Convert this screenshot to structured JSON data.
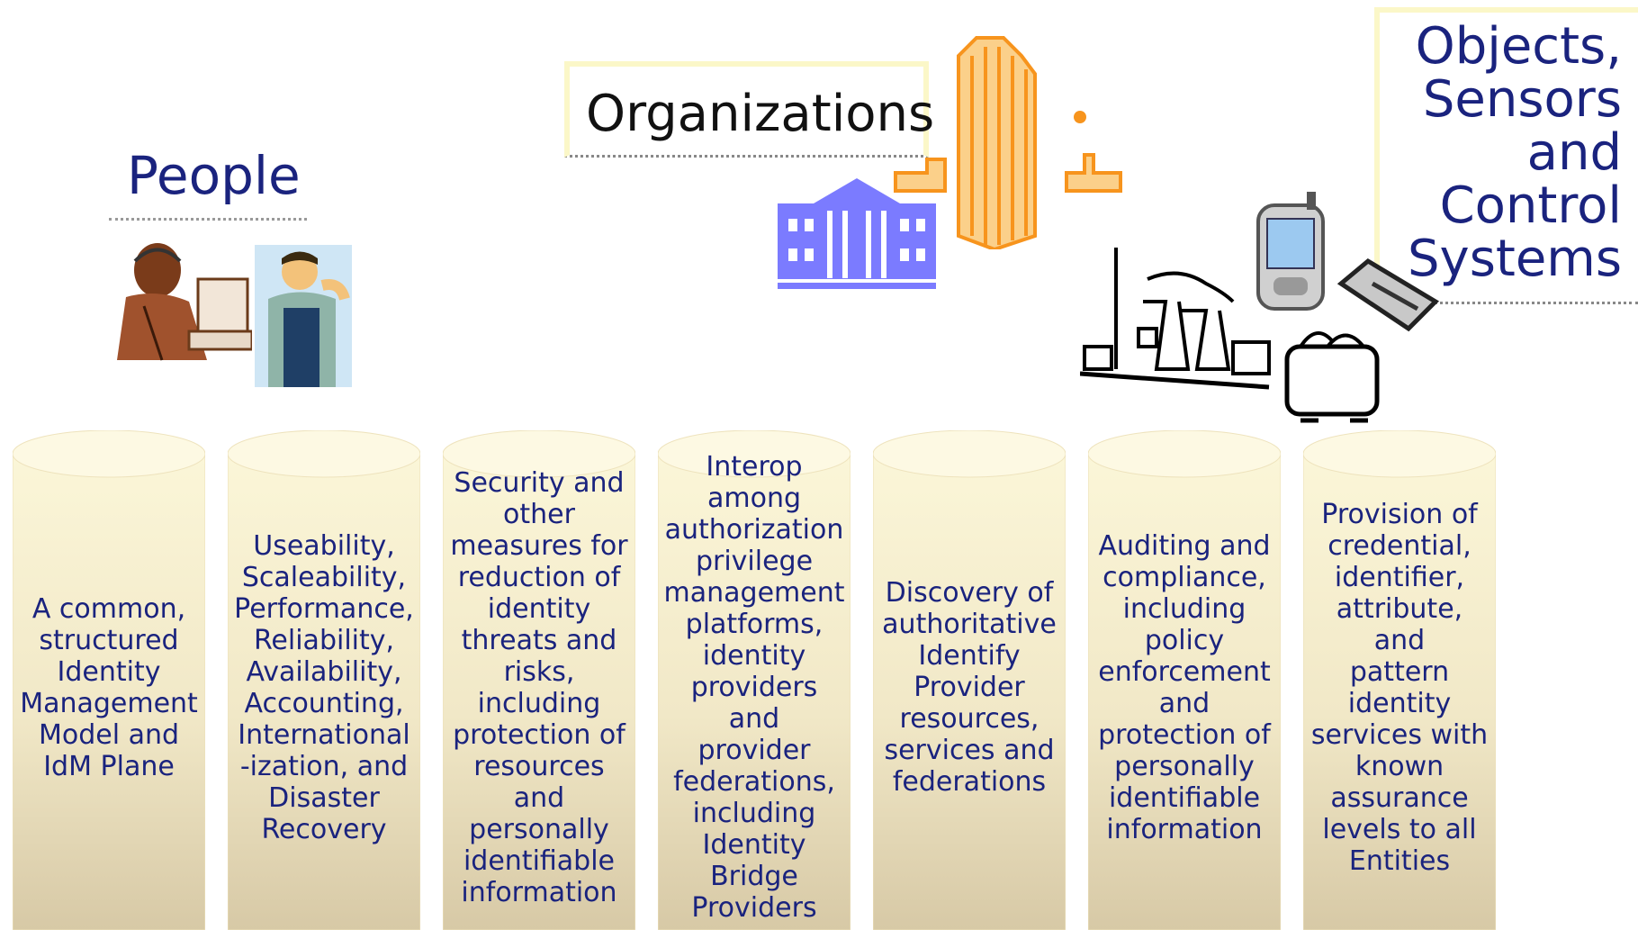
{
  "labels": {
    "people": "People",
    "organizations": "Organizations",
    "objects": "Objects,\nSensors\nand\nControl\nSystems"
  },
  "pillars": [
    {
      "text": "A common,\nstructured\nIdentity\nManagement\nModel and\nIdM Plane"
    },
    {
      "text": "Useability,\nScaleability,\nPerformance,\nReliability,\nAvailability,\nAccounting,\nInternational\n-ization, and\nDisaster\nRecovery"
    },
    {
      "text": "Security and\nother\nmeasures for\nreduction of\nidentity\nthreats and\nrisks,\nincluding\nprotection of\nresources\nand\npersonally\nidentifiable\ninformation"
    },
    {
      "text": "Interop\namong\nauthorization\nprivilege\nmanagement\nplatforms,\nidentity\nproviders and\nprovider\nfederations,\nincluding\nIdentity\nBridge\nProviders"
    },
    {
      "text": "Discovery of\nauthoritative\nIdentify\nProvider\nresources,\nservices and\nfederations"
    },
    {
      "text": "Auditing and\ncompliance,\nincluding\npolicy\nenforcement\nand\nprotection of\npersonally\nidentifiable\ninformation"
    },
    {
      "text": "Provision of\ncredential,\nidentifier,\nattribute, and\npattern\nidentity\nservices with\nknown\nassurance\nlevels to all\nEntities"
    }
  ],
  "colors": {
    "pillar_top": "#fbf6d8",
    "pillar_bottom": "#d7c9a6",
    "text": "#1a237e",
    "building": "#f7941d",
    "courthouse": "#7b7bff"
  }
}
